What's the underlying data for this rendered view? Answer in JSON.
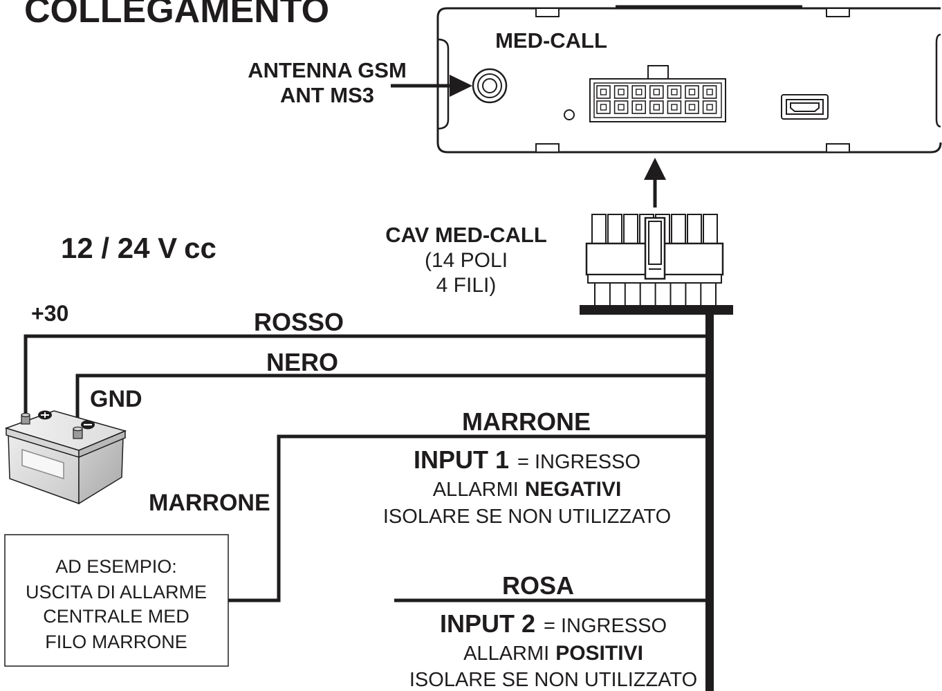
{
  "title": "COLLEGAMENTO",
  "device": {
    "label": "MED-CALL"
  },
  "antenna": {
    "line1": "ANTENNA GSM",
    "line2": "ANT MS3"
  },
  "voltage": {
    "main": "12 / 24 V",
    "unit": "cc"
  },
  "cable": {
    "line1": "CAV MED-CALL",
    "line2": "(14 POLI",
    "line3": "4 FILI)"
  },
  "battery": {
    "positive": "+30",
    "ground": "GND"
  },
  "wires": {
    "red": "ROSSO",
    "black": "NERO",
    "brown": "MARRONE",
    "brown_left": "MARRONE",
    "pink": "ROSA"
  },
  "input1": {
    "name": "INPUT 1",
    "desc": "= INGRESSO",
    "line2_regular": "ALLARMI",
    "line2_bold": "NEGATIVI",
    "line3": "ISOLARE SE NON UTILIZZATO"
  },
  "input2": {
    "name": "INPUT 2",
    "desc": "= INGRESSO",
    "line2_regular": "ALLARMI",
    "line2_bold": "POSITIVI",
    "line3": "ISOLARE SE NON UTILIZZATO"
  },
  "example_box": {
    "lines": [
      "AD ESEMPIO:",
      "USCITA DI ALLARME",
      "CENTRALE MED",
      "FILO MARRONE"
    ]
  },
  "icons": {
    "antenna_connector": "antenna-connector-icon",
    "arrow_right": "arrow-right-icon",
    "arrow_up": "arrow-up-icon",
    "battery": "battery-icon",
    "usb_port": "mini-usb-port-icon"
  }
}
